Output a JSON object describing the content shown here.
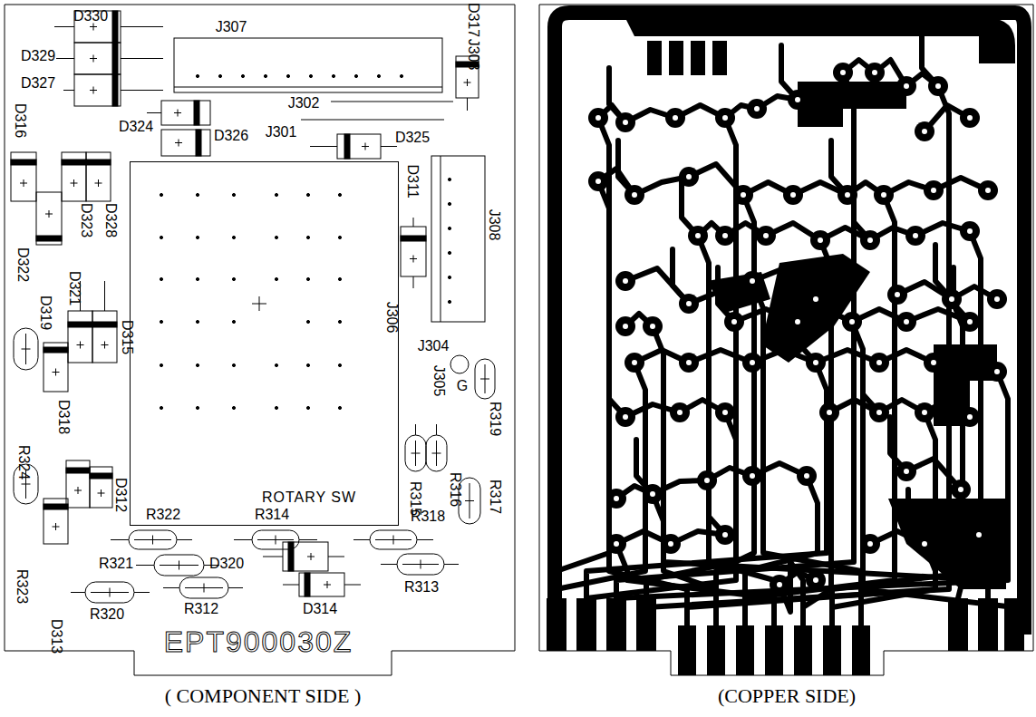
{
  "diagram": {
    "nodes": [
      {
        "text": [
          "ROTARY SW"
        ]
      }
    ],
    "labels": [
      "D330",
      "D329",
      "D327",
      "J307",
      "D317",
      "J303",
      "J302",
      "D324",
      "D326",
      "J301",
      "D325",
      "D316",
      "D311",
      "J308",
      "D323",
      "D328",
      "D322",
      "D321",
      "D319",
      "D315",
      "J304",
      "J306",
      "J305",
      "G",
      "R319",
      "R324",
      "D318",
      "R315",
      "R316",
      "R317",
      "D312",
      "R322",
      "R314",
      "R318",
      "R323",
      "R321",
      "D320",
      "R313",
      "R312",
      "D314",
      "R320",
      "D313",
      "EPT900030Z",
      "( COMPONENT SIDE )",
      "(COPPER SIDE)"
    ]
  }
}
